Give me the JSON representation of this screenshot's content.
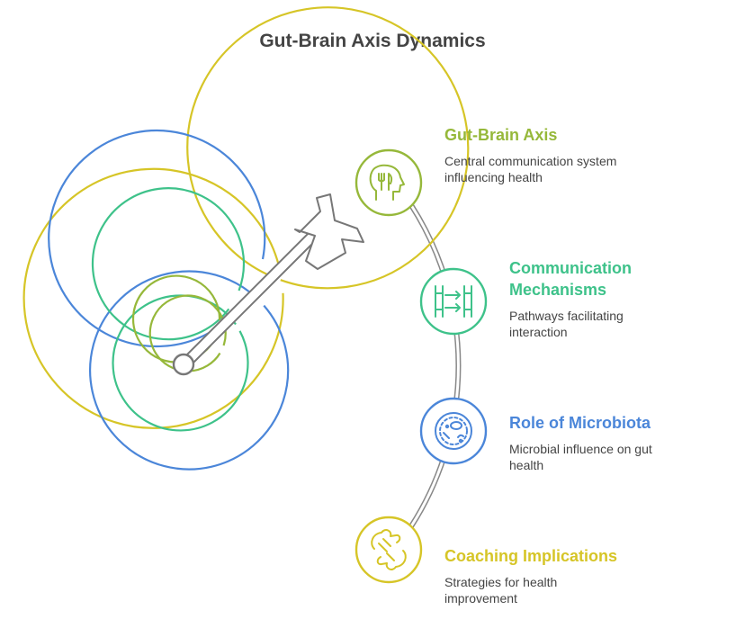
{
  "title": "Gut-Brain Axis Dynamics",
  "colors": {
    "yellow": "#D6C527",
    "olive": "#96B83A",
    "green": "#3EC28A",
    "blue": "#4B86D9",
    "arrow": "#777777"
  },
  "items": [
    {
      "title": "Gut-Brain Axis",
      "description": "Central communication system influencing health",
      "icon": "head-fork-knife-icon",
      "color": "#96B83A"
    },
    {
      "title": "Communication Mechanisms",
      "description": "Pathways facilitating interaction",
      "icon": "exchange-arrows-icon",
      "color": "#3EC28A"
    },
    {
      "title": "Role of Microbiota",
      "description": "Microbial influence on gut health",
      "icon": "microbe-petri-icon",
      "color": "#4B86D9"
    },
    {
      "title": "Coaching Implications",
      "description": "Strategies for health improvement",
      "icon": "helping-hands-icon",
      "color": "#D6C527"
    }
  ]
}
